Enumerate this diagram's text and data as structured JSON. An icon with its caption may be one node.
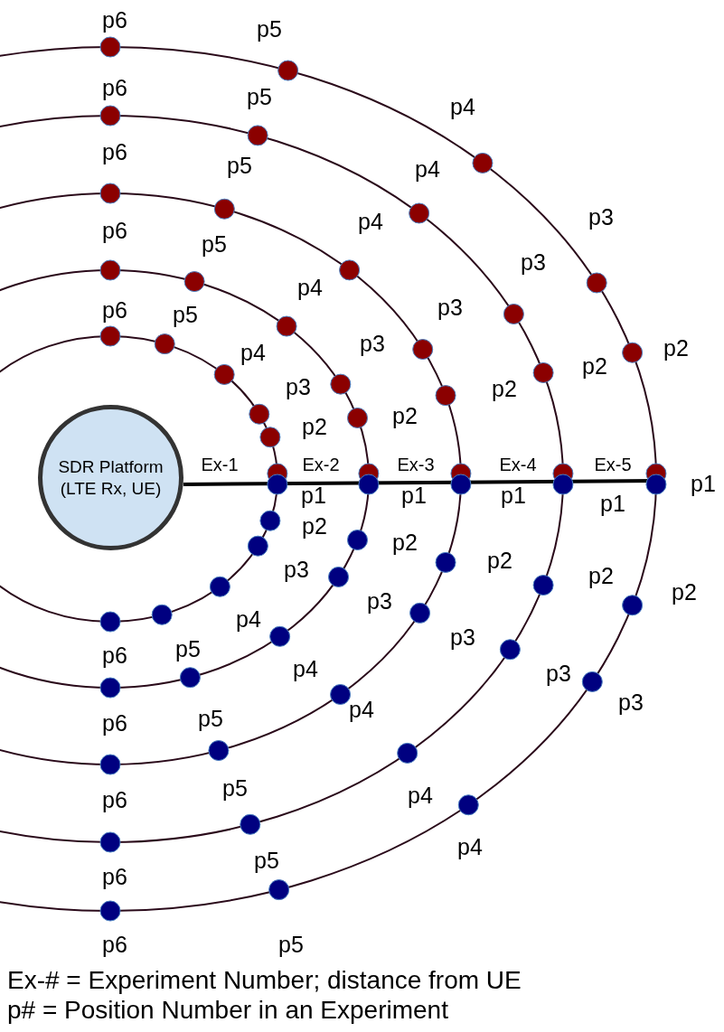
{
  "diagram": {
    "nodes": [
      {
        "text": [
          "SDR Platform (LTE Rx, UE)"
        ]
      }
    ],
    "labels": [
      "p6",
      "p5",
      "p6",
      "p5",
      "p4",
      "p6",
      "p5",
      "p4",
      "p3",
      "p4",
      "p6",
      "p5",
      "p3",
      "p4",
      "p3",
      "p6",
      "p5",
      "p3",
      "p2",
      "p4",
      "p2",
      "p3",
      "p2",
      "p2",
      "p2",
      "Ex-1",
      "Ex-2",
      "Ex-3",
      "Ex-4",
      "Ex-5",
      "p1",
      "p1",
      "p1",
      "p1",
      "p1",
      "p2",
      "p2",
      "p2",
      "p3",
      "p2",
      "p2",
      "p3",
      "p4",
      "p3",
      "p5",
      "p6",
      "p4",
      "p3",
      "p3",
      "p4",
      "p5",
      "p6",
      "p5",
      "p4",
      "p6",
      "p4",
      "p5",
      "p6",
      "p6",
      "p5",
      "Ex-# = Experiment Number; distance from UE",
      "p# = Position Number in an Experiment"
    ]
  }
}
